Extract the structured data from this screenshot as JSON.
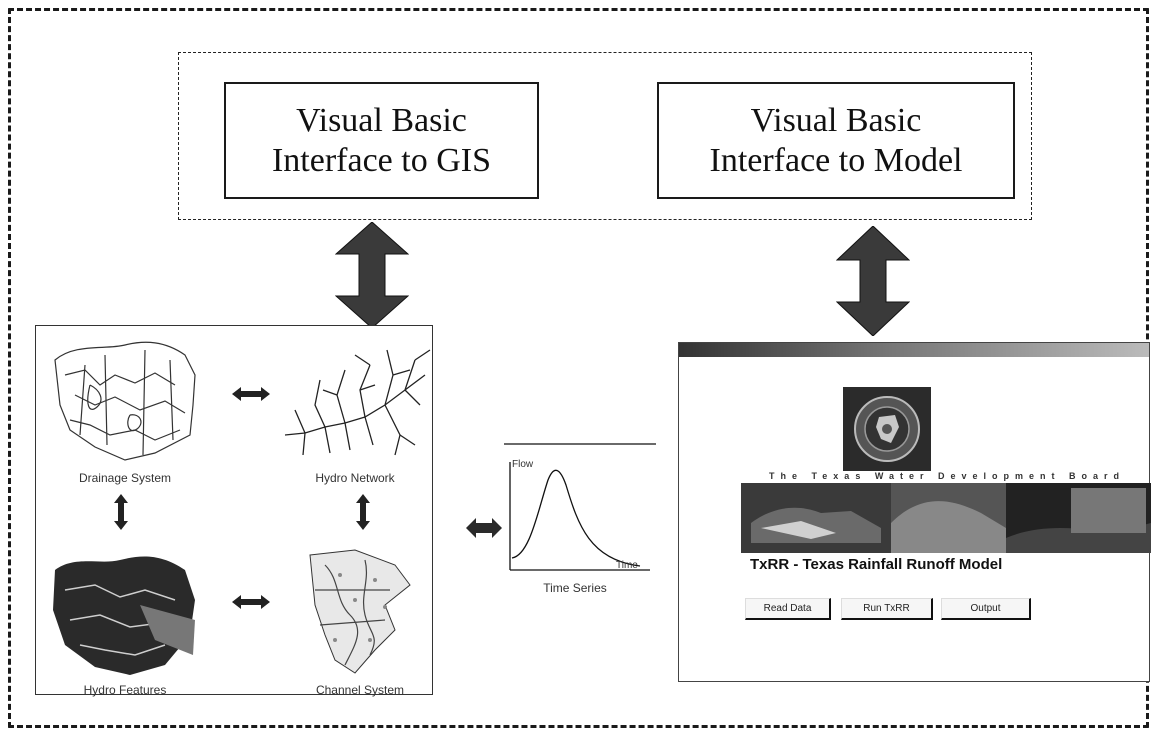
{
  "interfaces": {
    "gis": {
      "line1": "Visual Basic",
      "line2": "Interface to GIS"
    },
    "model": {
      "line1": "Visual Basic",
      "line2": "Interface to Model"
    }
  },
  "gis_panel": {
    "drainage_system": "Drainage System",
    "hydro_network": "Hydro Network",
    "hydro_features": "Hydro Features",
    "channel_system": "Channel System"
  },
  "time_series": {
    "caption": "Time Series",
    "y_label": "Flow",
    "x_label": "Time"
  },
  "model_window": {
    "board_banner": "The Texas Water Development Board",
    "title": "TxRR - Texas Rainfall Runoff Model",
    "buttons": {
      "read_data": "Read Data",
      "run_txrr": "Run TxRR",
      "output": "Output"
    }
  },
  "colors": {
    "arrow": "#3a3a3a",
    "line": "#1a1a1a",
    "titlebar": "#6b6b6b"
  }
}
